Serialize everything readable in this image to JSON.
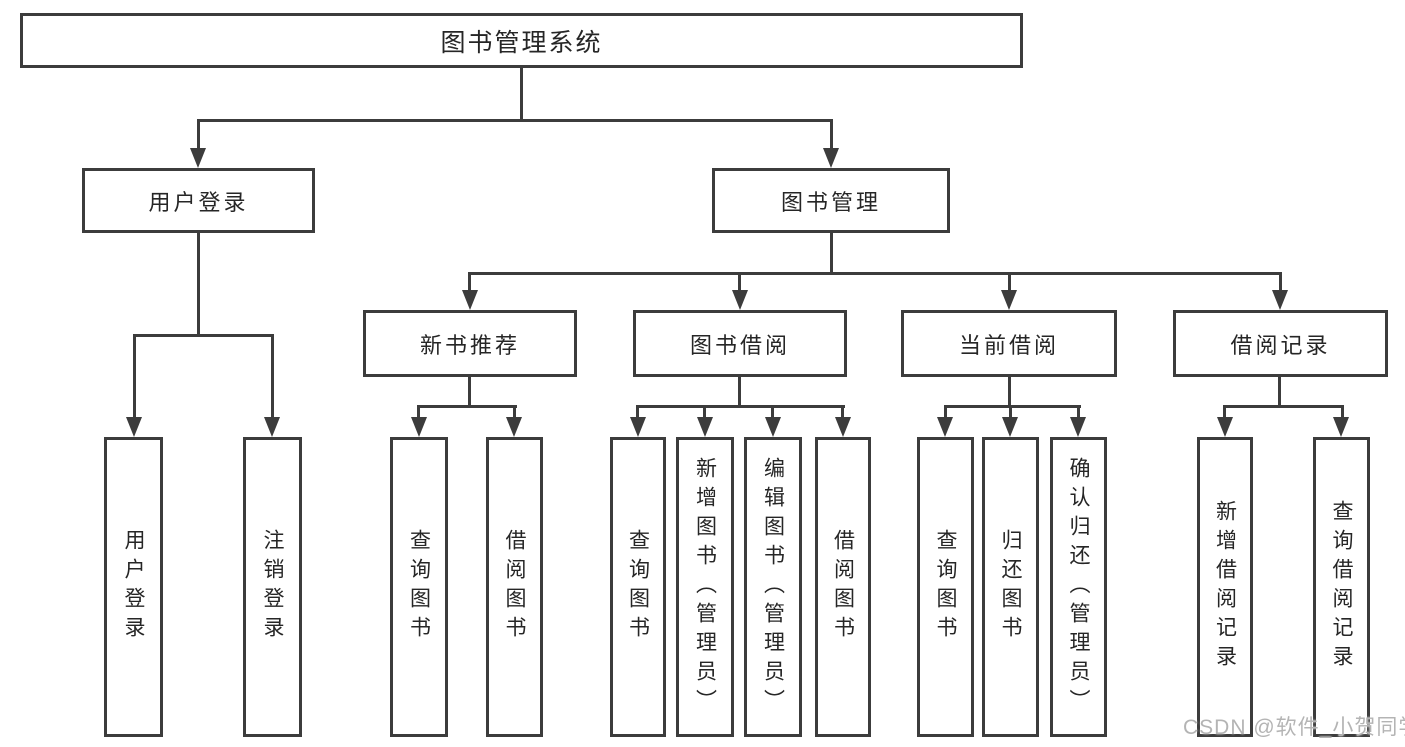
{
  "colors": {
    "line": "#3c3c3c",
    "text": "#262626",
    "background": "#ffffff",
    "watermark": "#b4b4b4"
  },
  "tree": {
    "label": "图书管理系统",
    "children": [
      {
        "label": "用户登录",
        "children": [
          {
            "label": "用户登录"
          },
          {
            "label": "注销登录"
          }
        ]
      },
      {
        "label": "图书管理",
        "children": [
          {
            "label": "新书推荐",
            "children": [
              {
                "label": "查询图书"
              },
              {
                "label": "借阅图书"
              }
            ]
          },
          {
            "label": "图书借阅",
            "children": [
              {
                "label": "查询图书"
              },
              {
                "label": "新增图书（管理员）"
              },
              {
                "label": "编辑图书（管理员）"
              },
              {
                "label": "借阅图书"
              }
            ]
          },
          {
            "label": "当前借阅",
            "children": [
              {
                "label": "查询图书"
              },
              {
                "label": "归还图书"
              },
              {
                "label": "确认归还（管理员）"
              }
            ]
          },
          {
            "label": "借阅记录",
            "children": [
              {
                "label": "新增借阅记录"
              },
              {
                "label": "查询借阅记录"
              }
            ]
          }
        ]
      }
    ]
  },
  "watermark": {
    "text": "CSDN @软件_小贺同学"
  }
}
